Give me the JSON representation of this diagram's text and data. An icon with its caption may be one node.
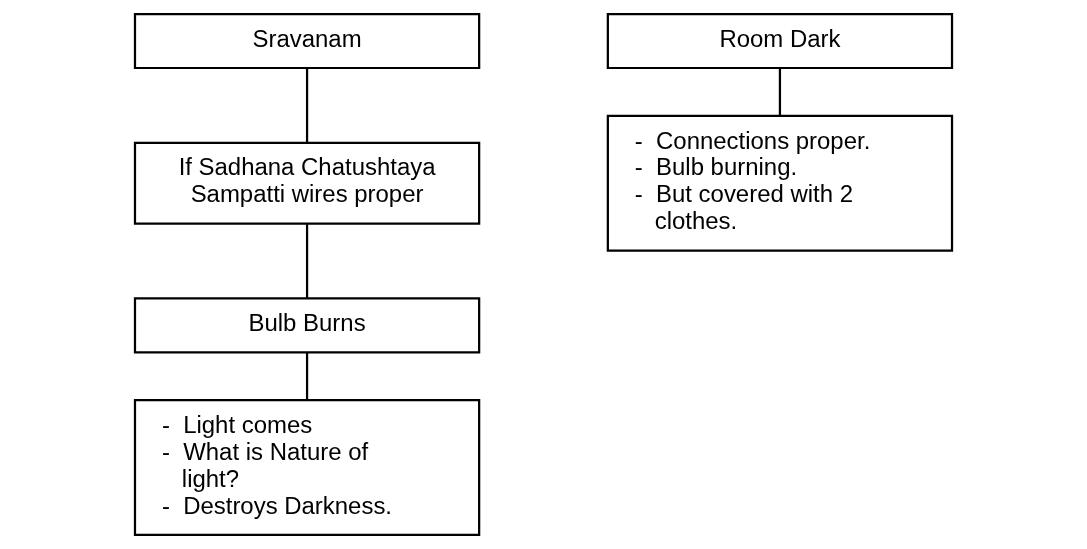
{
  "diagram": {
    "nodes": [
      {
        "text": [
          "Sravanam"
        ]
      },
      {
        "text": [
          "If Sadhana Chatushtaya Sampatti wires proper"
        ]
      },
      {
        "text": [
          "Bulb Burns"
        ]
      },
      {
        "text": [
          "-  Light comes",
          "-  What is Nature of light?",
          "-  Destroys Darkness."
        ]
      },
      {
        "text": [
          "Room Dark"
        ]
      },
      {
        "text": [
          "-  Connections proper.",
          "-  Bulb burning.",
          "-  But covered with 2 clothes."
        ]
      }
    ],
    "edges": [
      {
        "from": 0,
        "to": 1,
        "arrow": "none"
      },
      {
        "from": 1,
        "to": 2,
        "arrow": "none"
      },
      {
        "from": 2,
        "to": 3,
        "arrow": "none"
      },
      {
        "from": 4,
        "to": 5,
        "arrow": "none"
      }
    ]
  }
}
